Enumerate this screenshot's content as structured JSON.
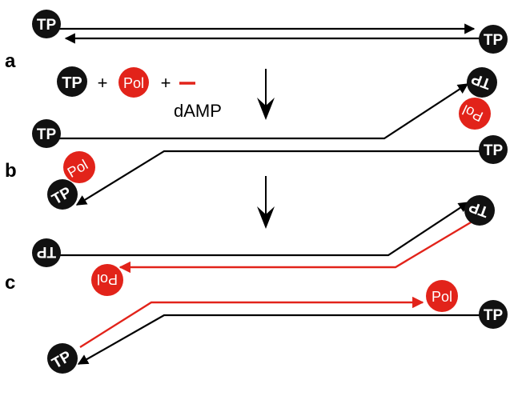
{
  "panels": {
    "a": "a",
    "b": "b",
    "c": "c"
  },
  "terms": {
    "tp": "TP",
    "pol": "Pol",
    "plus": "+",
    "damp": "dAMP"
  },
  "colors": {
    "black": "#000000",
    "red": "#e2231a",
    "dark_red": "#c0161a",
    "tp_fill": "#111111"
  }
}
